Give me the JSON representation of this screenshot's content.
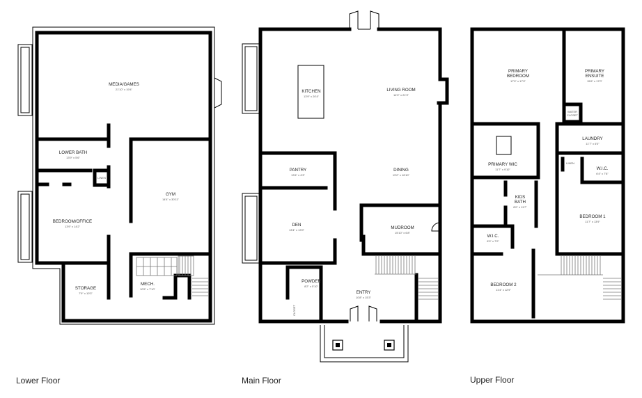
{
  "floors": {
    "lower": {
      "label": "Lower Floor",
      "rooms": {
        "media": {
          "name": "MEDIA/GAMES",
          "dim": "21'10\" x 19'4\""
        },
        "lower_bath": {
          "name": "LOWER BATH",
          "dim": "13'9\" x 5'6\""
        },
        "linen": {
          "name": "LINEN"
        },
        "gym": {
          "name": "GYM",
          "dim": "14'4\" x 30'11\""
        },
        "bedroom_office": {
          "name": "BEDROOM/OFFICE",
          "dim": "13'9\" x 14'2\""
        },
        "storage": {
          "name": "STORAGE",
          "dim": "7'9\" x 10'3\""
        },
        "mech": {
          "name": "MECH.",
          "dim": "10'5\" x 7'10\""
        }
      }
    },
    "main": {
      "label": "Main Floor",
      "rooms": {
        "kitchen": {
          "name": "KITCHEN",
          "dim": "13'9\" x 20'4\""
        },
        "living": {
          "name": "LIVING ROOM",
          "dim": "14'0\" x 21'3\""
        },
        "pantry": {
          "name": "PANTRY",
          "dim": "13'4\" x 4'3\""
        },
        "dining": {
          "name": "DINING",
          "dim": "19'2\" x 16'10\""
        },
        "den": {
          "name": "DEN",
          "dim": "13'4\" x 13'9\""
        },
        "mudroom": {
          "name": "MUDROOM",
          "dim": "15'10\" x 6'8\""
        },
        "powder": {
          "name": "POWDER",
          "dim": "8'2\" x 5'10\""
        },
        "entry": {
          "name": "ENTRY",
          "dim": "10'8\" x 15'3\""
        },
        "closet": {
          "name": "CLOSET"
        }
      }
    },
    "upper": {
      "label": "Upper Floor",
      "rooms": {
        "primary_bedroom": {
          "name": "PRIMARY",
          "name2": "BEDROOM",
          "dim": "17'0\" x 17'0\""
        },
        "primary_ensuite": {
          "name": "PRIMARY",
          "name2": "ENSUITE",
          "dim": "15'6\" x 17'0\""
        },
        "water_closet": {
          "name": "WATER",
          "name2": "CLOSET"
        },
        "laundry": {
          "name": "LAUNDRY",
          "dim": "11'7\" x 6'0\""
        },
        "primary_wic": {
          "name": "PRIMARY WIC",
          "dim": "11'7\" x 9'10\""
        },
        "linen": {
          "name": "LINEN"
        },
        "wic_right": {
          "name": "W.I.C.",
          "dim": "6'4\" x 7'8\""
        },
        "kids_bath": {
          "name": "KIDS",
          "name2": "BATH",
          "dim": "8'0\" x 11'7\""
        },
        "bedroom1": {
          "name": "BEDROOM 1",
          "dim": "11'7\" x 13'9\""
        },
        "wic_left": {
          "name": "W.I.C.",
          "dim": "6'0\" x 7'0\""
        },
        "bedroom2": {
          "name": "BEDROOM 2",
          "dim": "11'4\" x 12'9\""
        }
      }
    }
  }
}
